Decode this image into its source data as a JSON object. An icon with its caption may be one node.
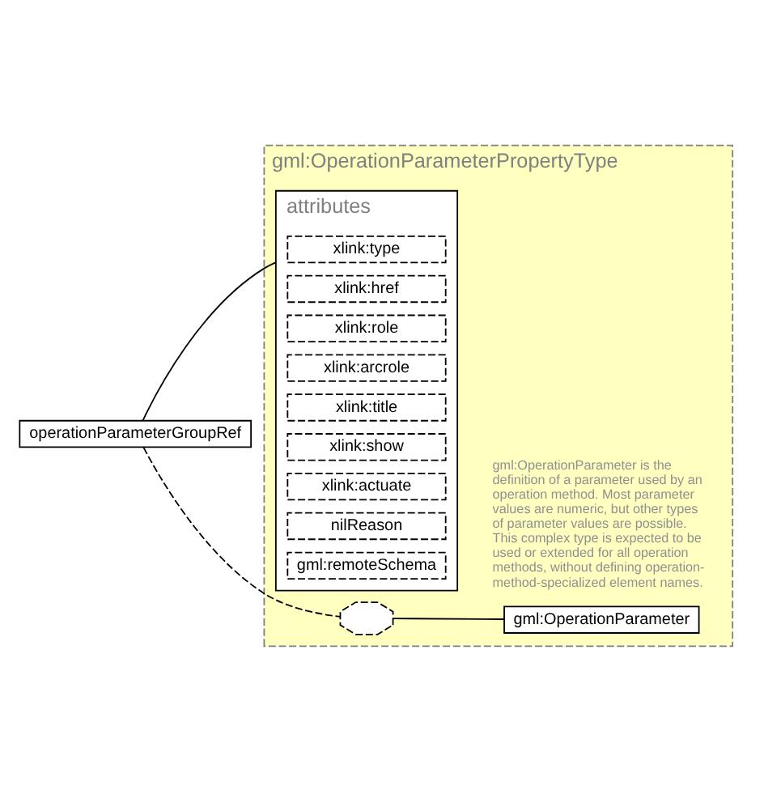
{
  "diagram": {
    "nodes": [
      {
        "text": [
          "operationParameterGroupRef"
        ]
      },
      {
        "text": [
          "gml:OperationParameterPropertyType"
        ]
      },
      {
        "text": [
          "attributes"
        ],
        "in": 1
      },
      {
        "text": [
          "xlink:type"
        ],
        "in": 2
      },
      {
        "text": [
          "xlink:href"
        ],
        "in": 2
      },
      {
        "text": [
          "xlink:role"
        ],
        "in": 2
      },
      {
        "text": [
          "xlink:arcrole"
        ],
        "in": 2
      },
      {
        "text": [
          "xlink:title"
        ],
        "in": 2
      },
      {
        "text": [
          "xlink:show"
        ],
        "in": 2
      },
      {
        "text": [
          "xlink:actuate"
        ],
        "in": 2
      },
      {
        "text": [
          "nilReason"
        ],
        "in": 2
      },
      {
        "text": [
          "gml:remoteSchema"
        ],
        "in": 2
      },
      {
        "text": [],
        "shape": "octagon",
        "in": 1
      },
      {
        "text": [
          "gml:OperationParameter"
        ],
        "in": 1,
        "beside": [
          "gml:OperationParameter is the definition of a parameter used by an operation method. Most parameter values are numeric, but other types of parameter values are possible. This complex type is expected to be used or extended for all operation methods, without defining operation-method-specialized element names."
        ]
      }
    ],
    "edges": [
      {
        "from": 0,
        "to": 2,
        "arrow": "none"
      },
      {
        "from": 0,
        "to": 12,
        "arrow": "none",
        "style": "dashed"
      },
      {
        "from": 12,
        "to": 13,
        "arrow": "none"
      }
    ]
  }
}
